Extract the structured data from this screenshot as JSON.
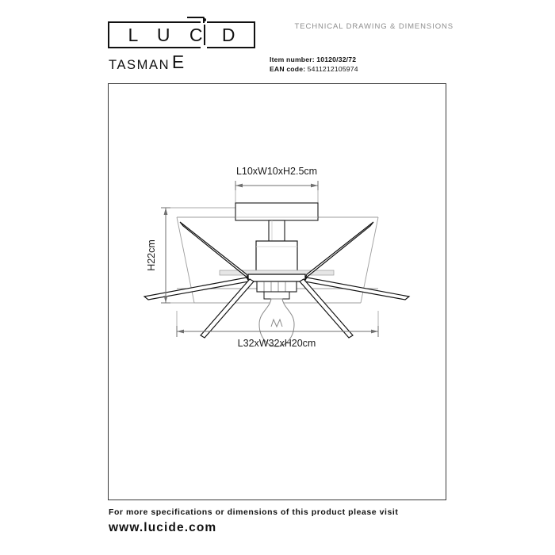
{
  "header": {
    "logo_text": "LUCIDE",
    "logo_letters": "L U C  D E",
    "section_label": "TECHNICAL DRAWING & DIMENSIONS",
    "product_title": "TASMAN",
    "item_number_key": "Item number:",
    "item_number_value": "10120/32/72",
    "ean_key": "EAN code",
    "ean_separator": ":",
    "ean_value": "5411212105974"
  },
  "drawing": {
    "top_dimension_label": "L10xW10xH2.5cm",
    "height_dimension_label": "H22cm",
    "bottom_dimension_label": "L32xW32xH20cm",
    "product_type": "ceiling-light-wire-cone-shade",
    "line_color": "#111111",
    "guide_color": "#9a9a9a",
    "frame_color": "#3a3a3a"
  },
  "footer": {
    "line1": "For more specifications or dimensions of this product please visit",
    "line2": "www.lucide.com"
  }
}
